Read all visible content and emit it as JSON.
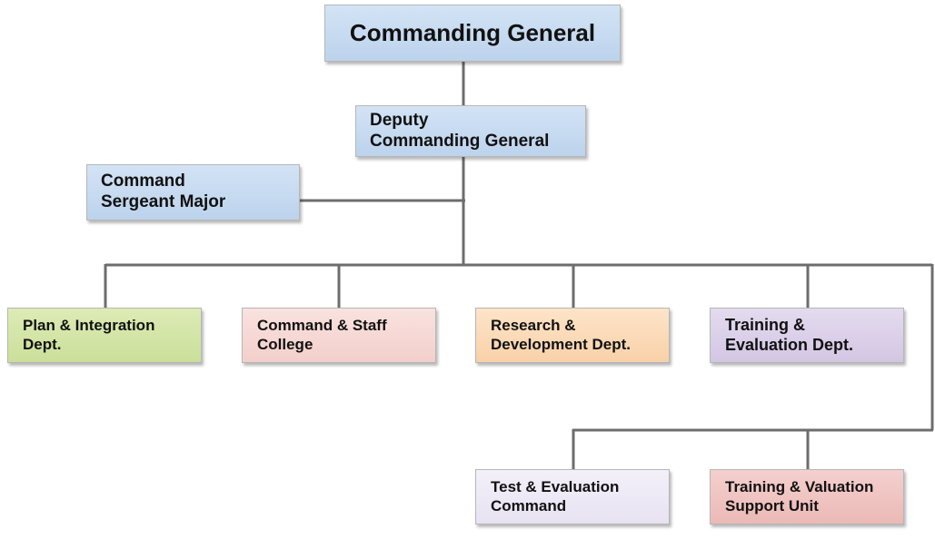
{
  "colors": {
    "connector": "#6d6d6d",
    "blue": "#c8dcf1",
    "green": "#d5e5a8",
    "pink": "#f6d9d6",
    "orange": "#fbdcbb",
    "purple": "#ddd3ea",
    "lavender": "#efebf6",
    "rose": "#f0c5c3"
  },
  "nodes": {
    "commanding_general": "Commanding General",
    "deputy": {
      "line1": "Deputy",
      "line2": "Commanding General"
    },
    "csm": {
      "line1": "Command",
      "line2": "Sergeant Major"
    },
    "plan": {
      "line1": "Plan & Integration",
      "line2": "Dept."
    },
    "staff_college": {
      "line1": "Command & Staff",
      "line2": "College"
    },
    "research": {
      "line1": "Research &",
      "line2": "Development Dept."
    },
    "training_eval": {
      "line1": "Training &",
      "line2": "Evaluation Dept."
    },
    "test_eval": {
      "line1": "Test & Evaluation",
      "line2": "Command"
    },
    "training_valuation": {
      "line1": "Training & Valuation",
      "line2": "Support Unit"
    }
  }
}
